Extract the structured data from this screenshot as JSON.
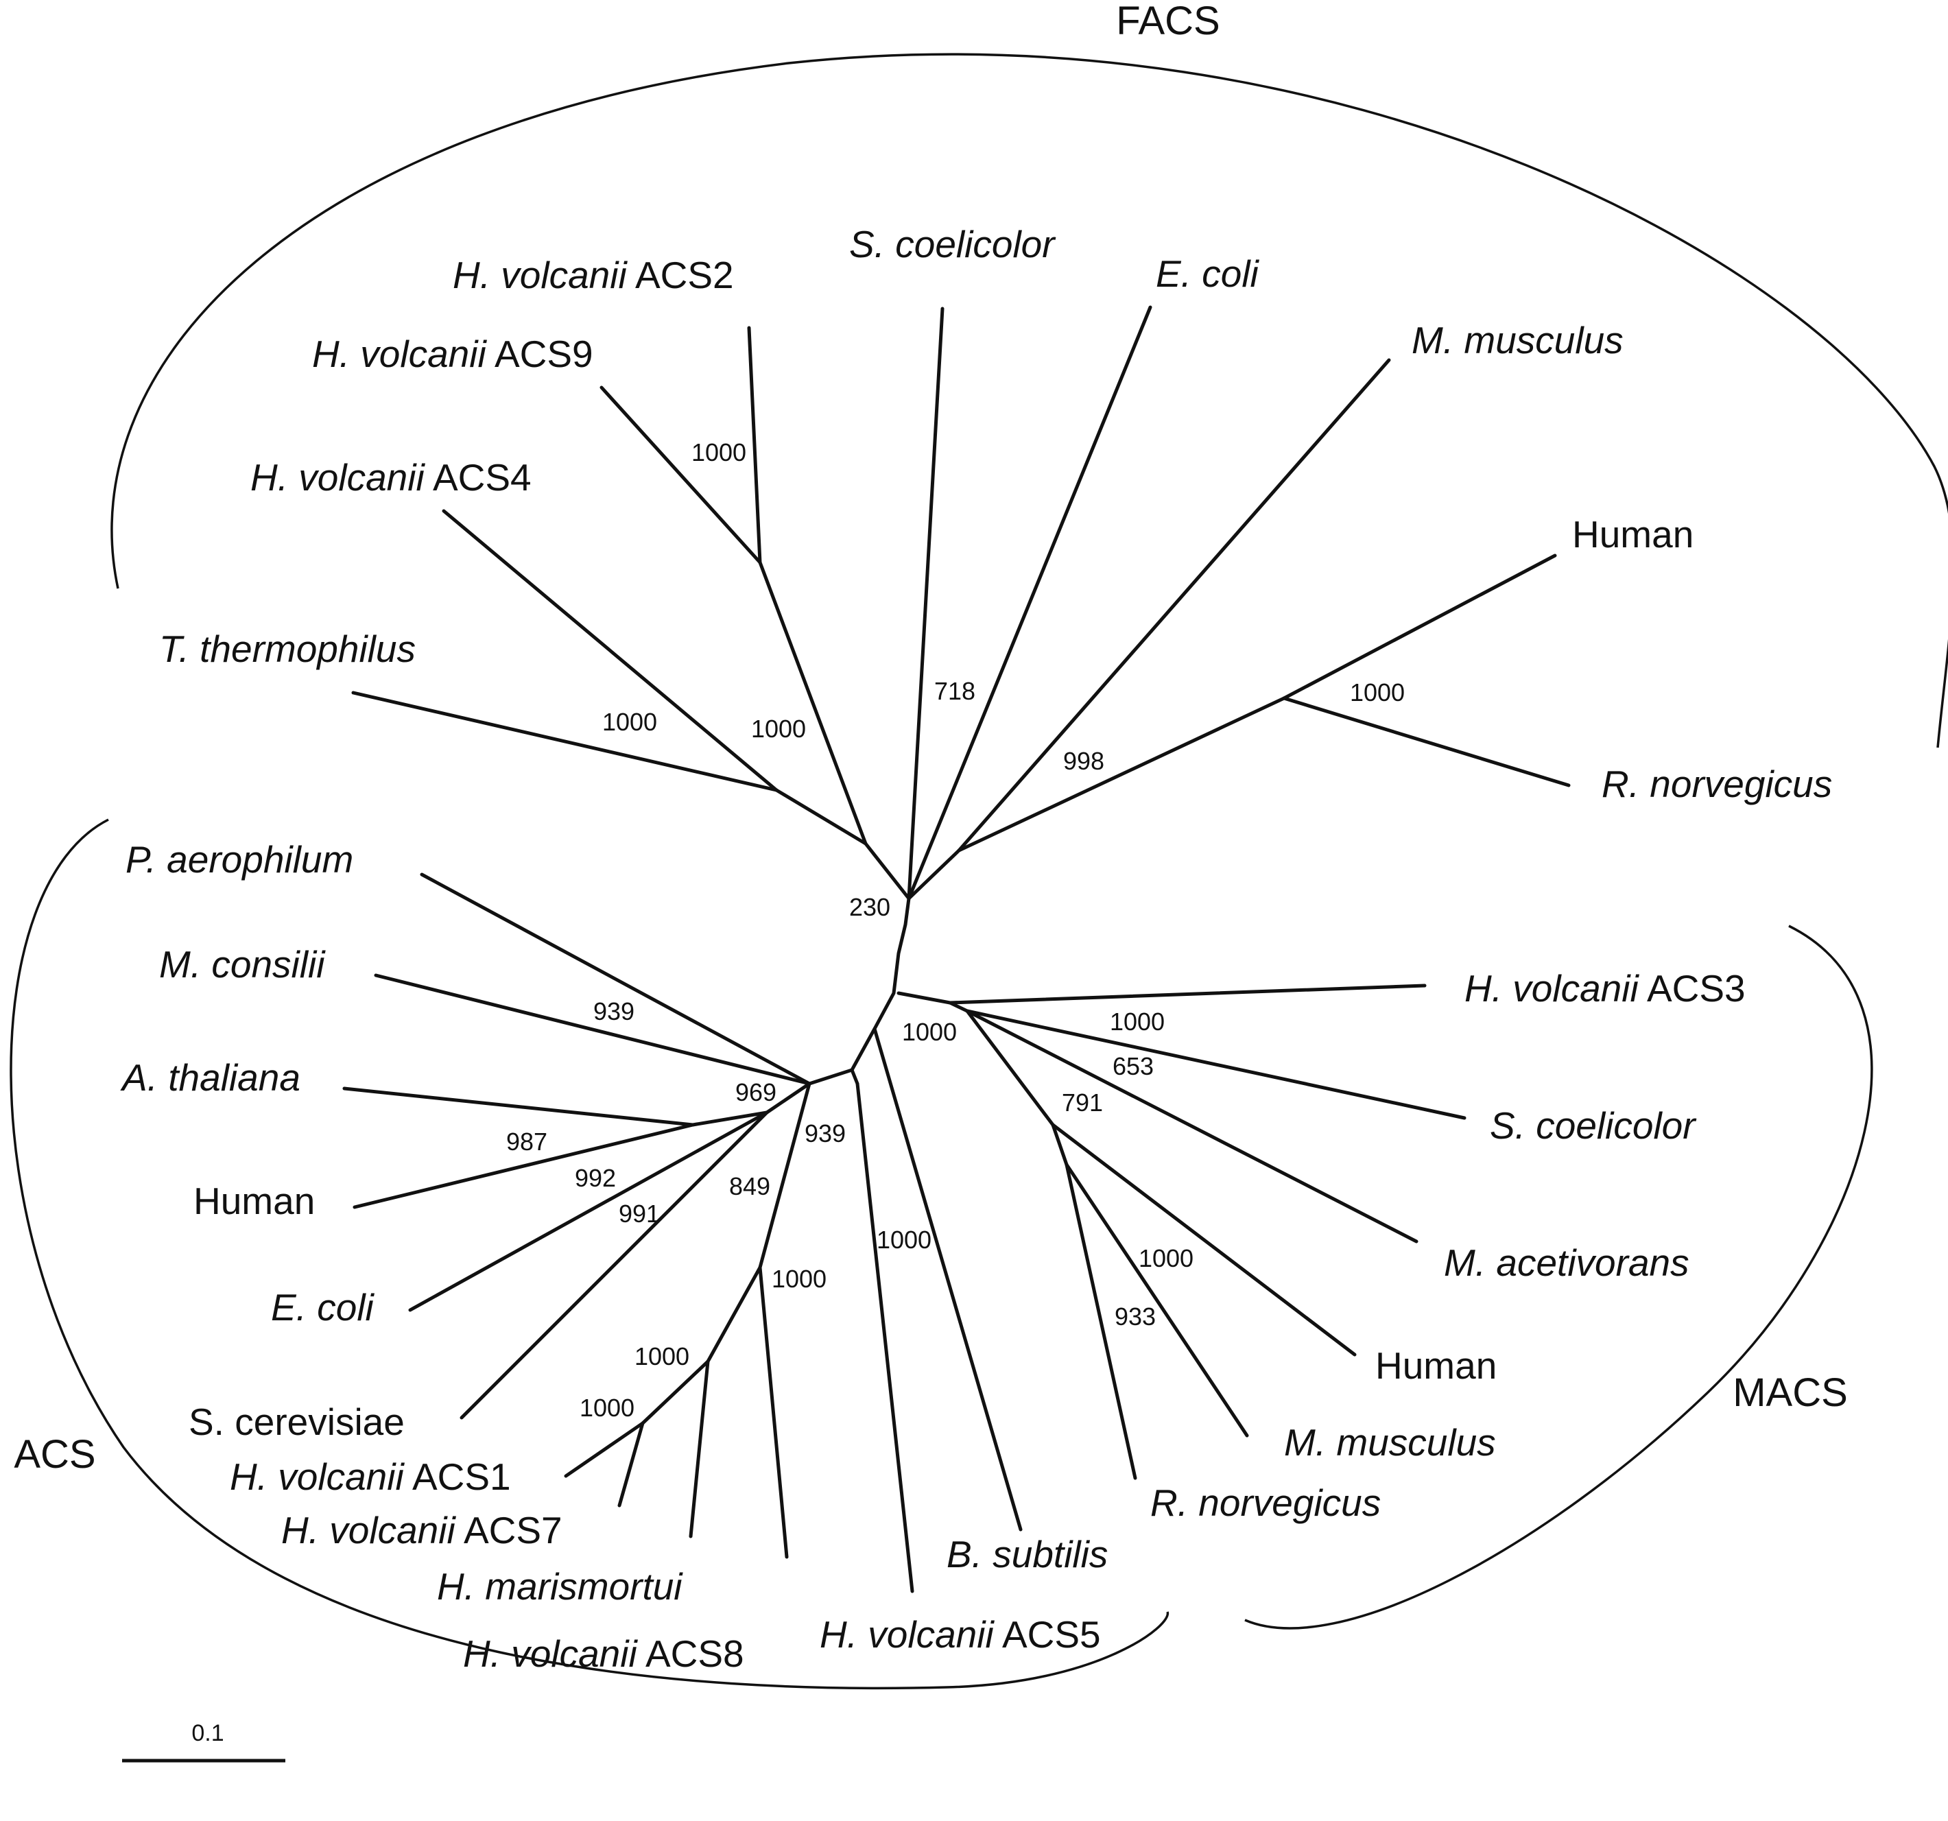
{
  "groups": [
    {
      "id": "facs",
      "label": "FACS"
    },
    {
      "id": "macs",
      "label": "MACS"
    },
    {
      "id": "acs",
      "label": "ACS"
    }
  ],
  "scale_bar": {
    "label": "0.1"
  },
  "taxa": [
    {
      "id": "hv-acs2",
      "species": "H. volcanii",
      "suffix": " ACS2"
    },
    {
      "id": "sc-facs",
      "species": "S. coelicolor",
      "suffix": ""
    },
    {
      "id": "ec-facs",
      "species": "E. coli",
      "suffix": ""
    },
    {
      "id": "mm-facs",
      "species": "M. musculus",
      "suffix": ""
    },
    {
      "id": "hv-acs9",
      "species": "H. volcanii",
      "suffix": " ACS9"
    },
    {
      "id": "hv-acs4",
      "species": "H. volcanii",
      "suffix": " ACS4"
    },
    {
      "id": "hs-facs",
      "species": "",
      "suffix": "Human"
    },
    {
      "id": "tt",
      "species": "T. thermophilus",
      "suffix": ""
    },
    {
      "id": "rn-facs",
      "species": "R. norvegicus",
      "suffix": ""
    },
    {
      "id": "pa",
      "species": "P. aerophilum",
      "suffix": ""
    },
    {
      "id": "mc",
      "species": "M. consilii",
      "suffix": ""
    },
    {
      "id": "hv-acs3",
      "species": "H. volcanii",
      "suffix": " ACS3"
    },
    {
      "id": "at",
      "species": "A. thaliana",
      "suffix": ""
    },
    {
      "id": "sc-macs",
      "species": "S. coelicolor",
      "suffix": ""
    },
    {
      "id": "hs-acs",
      "species": "",
      "suffix": "Human"
    },
    {
      "id": "ma",
      "species": "M. acetivorans",
      "suffix": ""
    },
    {
      "id": "ec-acs",
      "species": "E. coli",
      "suffix": ""
    },
    {
      "id": "hs-macs",
      "species": "",
      "suffix": "Human"
    },
    {
      "id": "scer",
      "species": "",
      "suffix": "S. cerevisiae"
    },
    {
      "id": "mm-macs",
      "species": "M. musculus",
      "suffix": ""
    },
    {
      "id": "hv-acs1",
      "species": "H. volcanii",
      "suffix": " ACS1"
    },
    {
      "id": "rn-macs",
      "species": "R. norvegicus",
      "suffix": ""
    },
    {
      "id": "hv-acs7",
      "species": "H. volcanii",
      "suffix": " ACS7"
    },
    {
      "id": "bs",
      "species": "B. subtilis",
      "suffix": ""
    },
    {
      "id": "hm",
      "species": "H. marismortui",
      "suffix": ""
    },
    {
      "id": "hv-acs5",
      "species": "H. volcanii",
      "suffix": " ACS5"
    },
    {
      "id": "hv-acs8",
      "species": "H. volcanii",
      "suffix": " ACS8"
    }
  ],
  "bootstrap": [
    {
      "id": "b1000-acs9",
      "value": "1000"
    },
    {
      "id": "b1000-tt",
      "value": "1000"
    },
    {
      "id": "b1000-hv",
      "value": "1000"
    },
    {
      "id": "b718",
      "value": "718"
    },
    {
      "id": "b998",
      "value": "998"
    },
    {
      "id": "b1000-rn",
      "value": "1000"
    },
    {
      "id": "b230",
      "value": "230"
    },
    {
      "id": "b939-mc",
      "value": "939"
    },
    {
      "id": "b969",
      "value": "969"
    },
    {
      "id": "b1000-macs",
      "value": "1000"
    },
    {
      "id": "b1000-sc",
      "value": "1000"
    },
    {
      "id": "b653",
      "value": "653"
    },
    {
      "id": "b791",
      "value": "791"
    },
    {
      "id": "b987",
      "value": "987"
    },
    {
      "id": "b992",
      "value": "992"
    },
    {
      "id": "b991",
      "value": "991"
    },
    {
      "id": "b849",
      "value": "849"
    },
    {
      "id": "b939-hv",
      "value": "939"
    },
    {
      "id": "b1000-hv5",
      "value": "1000"
    },
    {
      "id": "b1000-haloc",
      "value": "1000"
    },
    {
      "id": "b1000-mm",
      "value": "1000"
    },
    {
      "id": "b933",
      "value": "933"
    },
    {
      "id": "b1000-h1",
      "value": "1000"
    },
    {
      "id": "b1000-h2",
      "value": "1000"
    }
  ]
}
